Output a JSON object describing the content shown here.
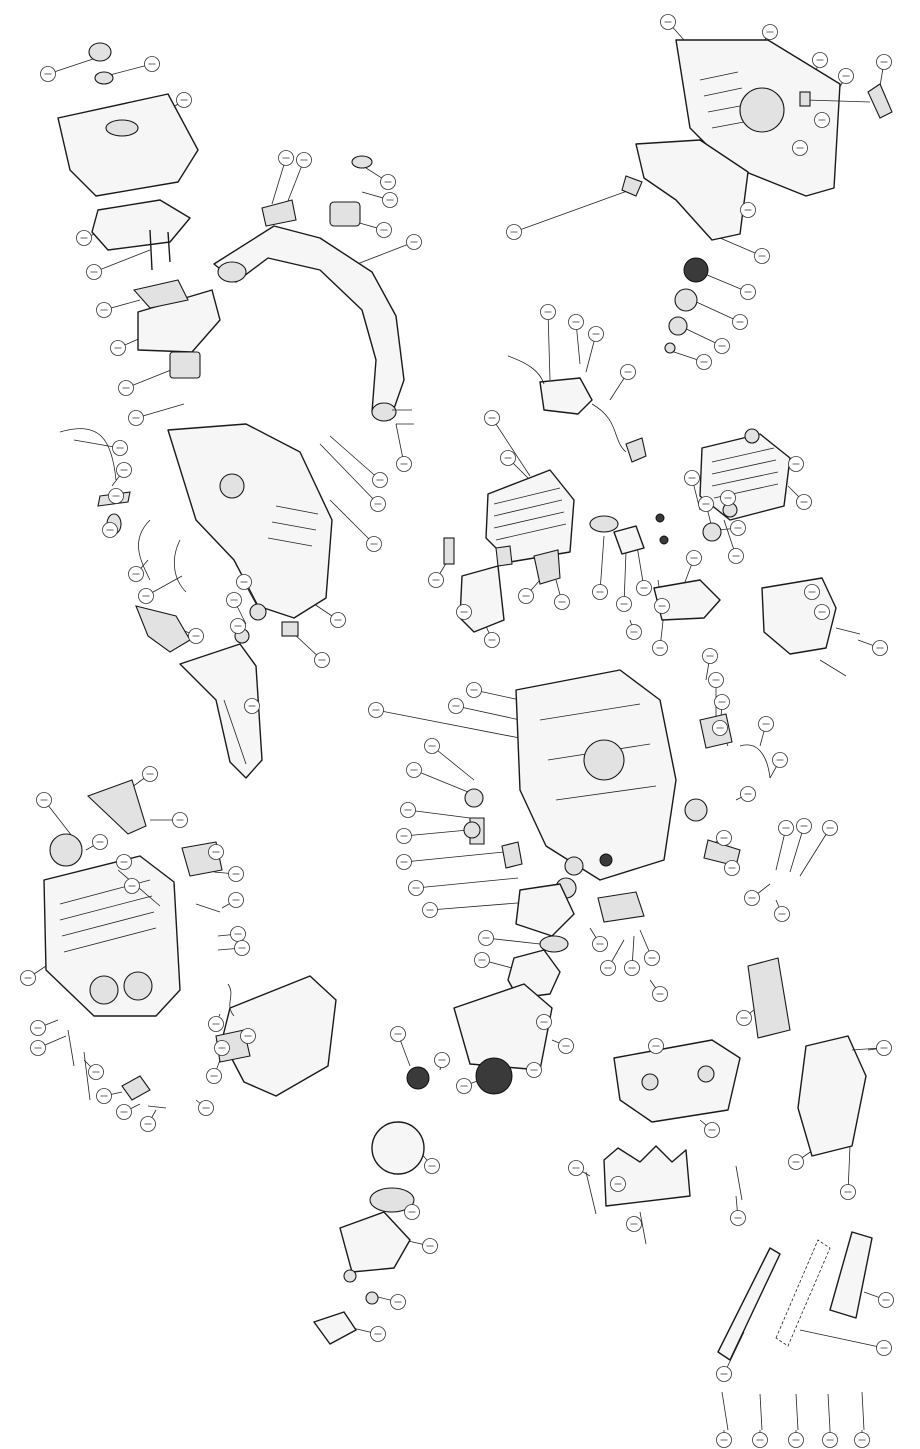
{
  "diagram": {
    "type": "exploded-parts-diagram",
    "colors": {
      "ink": "#1a1a1a",
      "paper": "#ffffff",
      "shade": "#e2e2e2"
    },
    "callout_count": 150,
    "callout_labels": "illegible"
  }
}
